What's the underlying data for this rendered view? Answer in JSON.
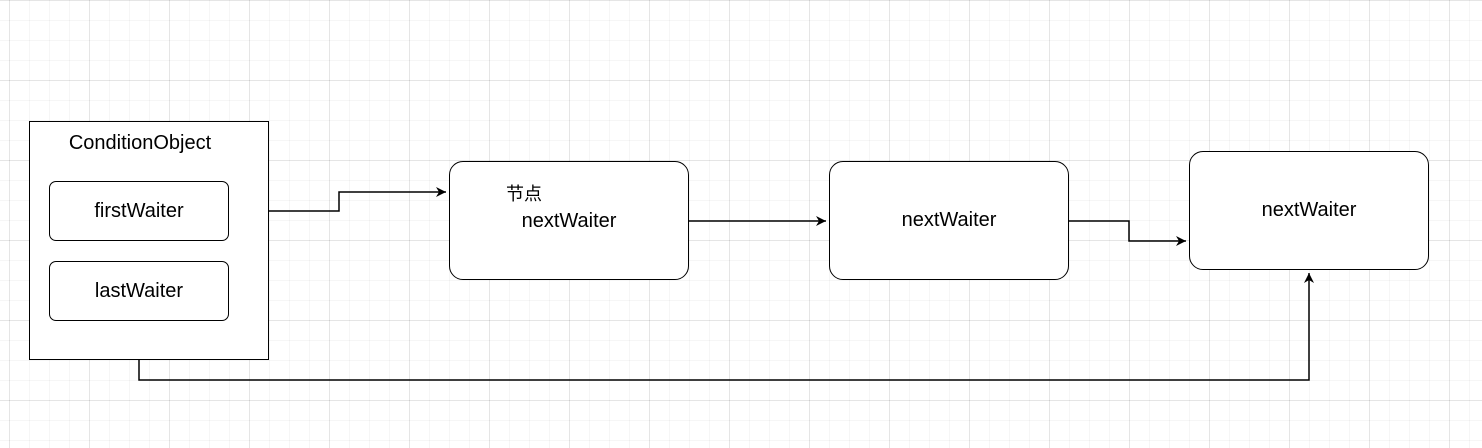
{
  "condition_object": {
    "title": "ConditionObject",
    "first_label": "firstWaiter",
    "last_label": "lastWaiter"
  },
  "nodes": [
    {
      "tag": "节点",
      "label": "nextWaiter"
    },
    {
      "label": "nextWaiter"
    },
    {
      "label": "nextWaiter"
    }
  ],
  "edges": [
    {
      "from": "firstWaiter",
      "to": "node-1"
    },
    {
      "from": "node-1",
      "to": "node-2"
    },
    {
      "from": "node-2",
      "to": "node-3"
    },
    {
      "from": "lastWaiter",
      "to": "node-3"
    }
  ],
  "colors": {
    "stroke": "#000000",
    "background": "#ffffff",
    "grid": "#e6e6e6"
  }
}
